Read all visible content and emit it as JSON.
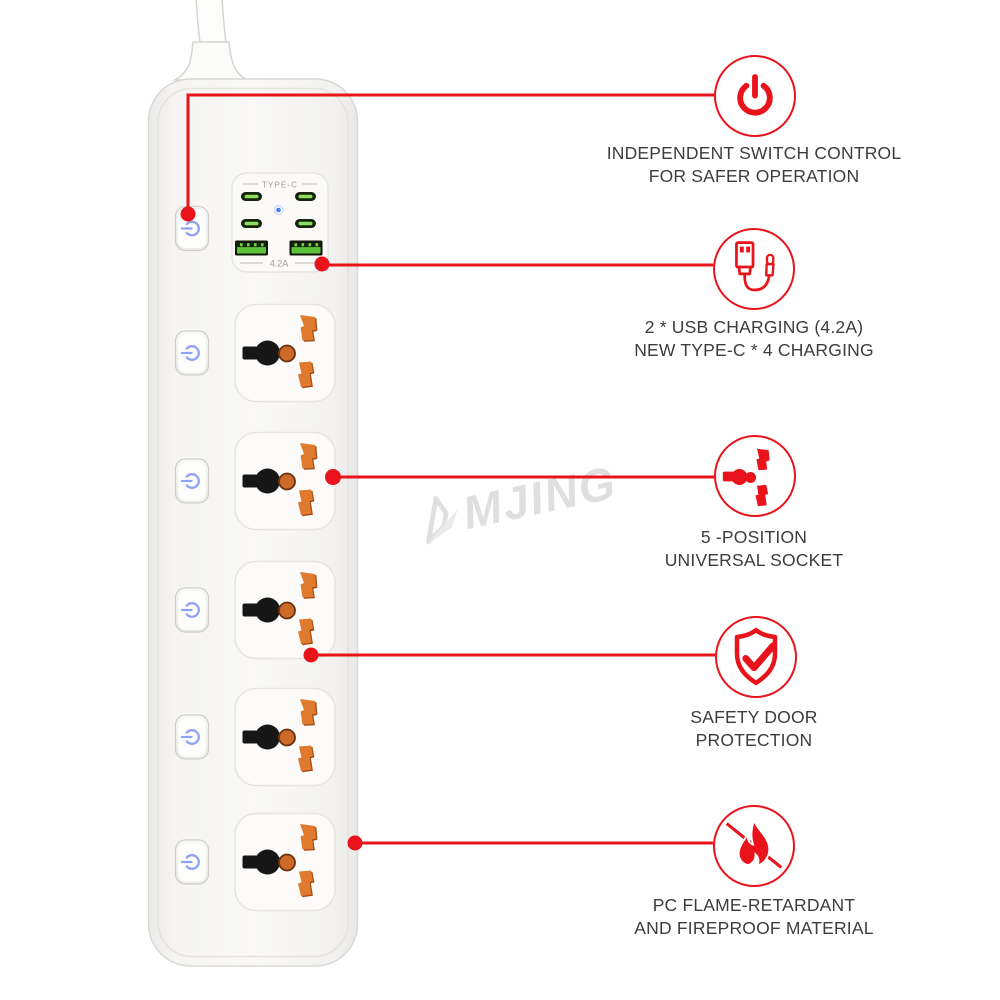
{
  "colors": {
    "accent_red": "#e8131b",
    "label_text": "#3d3d3d",
    "switch_icon_blue": "#8fa3f3",
    "usb_port_green": "#5ec23a",
    "typec_port_green": "#8de05f",
    "socket_slot_orange": "#e07a2f",
    "led_blue": "#4a7df0",
    "strip_body": "#f6f5f3",
    "watermark_gray": "#e0dfdf"
  },
  "watermark": {
    "brand": "MJING"
  },
  "device": {
    "switch_count": 6,
    "socket_count": 5,
    "usb_panel": {
      "typec_label": "TYPE-C",
      "amp_label": "4.2A",
      "typec_port_count": 4,
      "usb_a_port_count": 2
    }
  },
  "callouts": [
    {
      "icon": "power-icon",
      "line1": "INDEPENDENT SWITCH CONTROL",
      "line2": "FOR SAFER OPERATION"
    },
    {
      "icon": "usb-cable-icon",
      "line1": "2 * USB CHARGING (4.2A)",
      "line2": "NEW TYPE-C * 4 CHARGING"
    },
    {
      "icon": "universal-socket-icon",
      "line1": "5 -POSITION",
      "line2": "UNIVERSAL SOCKET"
    },
    {
      "icon": "shield-check-icon",
      "line1": "SAFETY DOOR",
      "line2": "PROTECTION"
    },
    {
      "icon": "no-fire-icon",
      "line1": "PC FLAME-RETARDANT",
      "line2": "AND FIREPROOF MATERIAL"
    }
  ]
}
